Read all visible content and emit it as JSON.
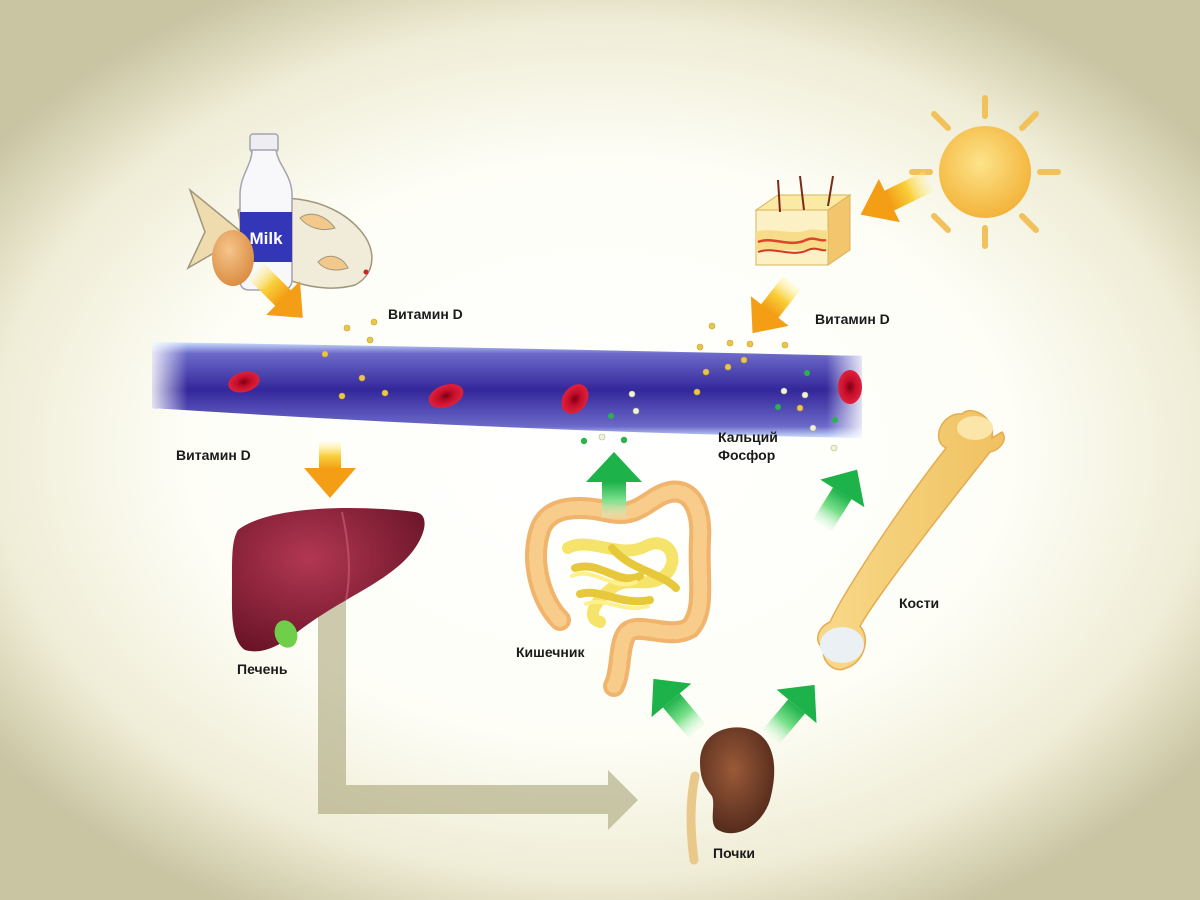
{
  "labels": {
    "vitamin_d_food": "Витамин D",
    "vitamin_d_skin": "Витамин D",
    "vitamin_d_blood": "Витамин D",
    "calcium": "Кальций",
    "phosphorus": "Фосфор",
    "liver": "Печень",
    "intestine": "Кишечник",
    "bones": "Кости",
    "kidneys": "Почки",
    "milk": "Milk"
  },
  "icons": [
    "fish-icon",
    "milk-bottle-icon",
    "egg-icon",
    "sun-icon",
    "skin-icon",
    "liver-icon",
    "intestine-icon",
    "bone-icon",
    "kidney-icon",
    "blood-vessel",
    "red-blood-cell-icon"
  ],
  "colors": {
    "vessel": "#3b2f9a",
    "vitamin_particle": "#e8c64a",
    "calcium_particle": "#2bb24c",
    "phosphorus_particle": "#eeeecc",
    "vitamin_arrow": "#f5a51a",
    "mineral_arrow": "#2fbf5a",
    "liver": "#8a2138",
    "sun": "#f7c84a"
  }
}
